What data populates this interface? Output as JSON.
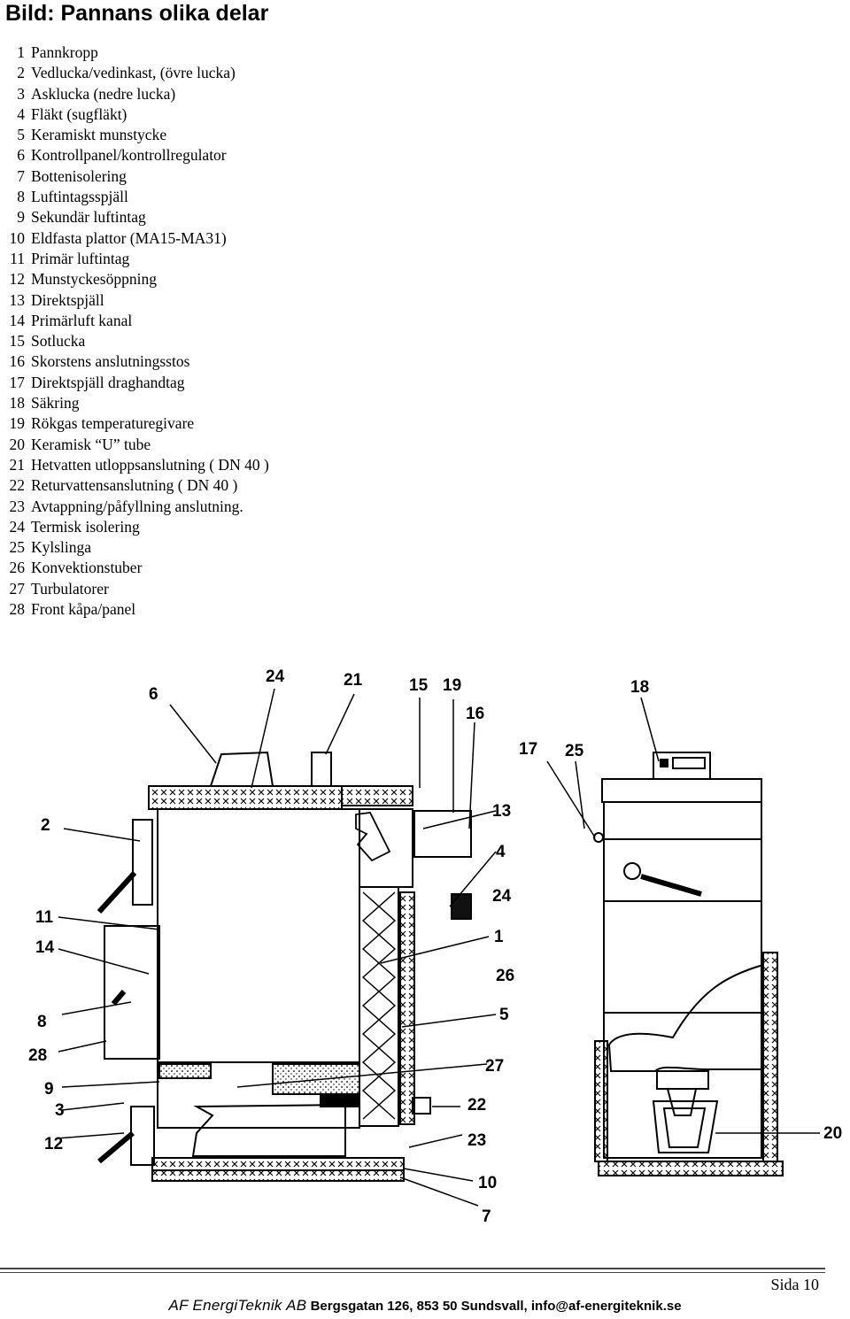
{
  "page": {
    "title": "Bild: Pannans olika delar",
    "page_number": "Sida 10"
  },
  "parts": [
    {
      "num": "1",
      "label": "Pannkropp"
    },
    {
      "num": "2",
      "label": "Vedlucka/vedinkast, (övre lucka)"
    },
    {
      "num": "3",
      "label": "Asklucka (nedre lucka)"
    },
    {
      "num": "4",
      "label": "Fläkt (sugfläkt)"
    },
    {
      "num": "5",
      "label": "Keramiskt munstycke"
    },
    {
      "num": "6",
      "label": "Kontrollpanel/kontrollregulator"
    },
    {
      "num": "7",
      "label": "Bottenisolering"
    },
    {
      "num": "8",
      "label": "Luftintagsspjäll"
    },
    {
      "num": "9",
      "label": "Sekundär luftintag"
    },
    {
      "num": "10",
      "label": "Eldfasta plattor (MA15-MA31)"
    },
    {
      "num": "11",
      "label": "Primär luftintag"
    },
    {
      "num": "12",
      "label": "Munstyckesöppning"
    },
    {
      "num": "13",
      "label": "Direktspjäll"
    },
    {
      "num": "14",
      "label": "Primärluft kanal"
    },
    {
      "num": "15",
      "label": "Sotlucka"
    },
    {
      "num": "16",
      "label": "Skorstens anslutningsstos"
    },
    {
      "num": "17",
      "label": "Direktspjäll draghandtag"
    },
    {
      "num": "18",
      "label": "Säkring"
    },
    {
      "num": "19",
      "label": "Rökgas temperaturegivare"
    },
    {
      "num": "20",
      "label": "Keramisk “U” tube"
    },
    {
      "num": "21",
      "label": "Hetvatten utloppsanslutning ( DN 40 )"
    },
    {
      "num": "22",
      "label": "Returvattensanslutning ( DN 40 )"
    },
    {
      "num": "23",
      "label": " Avtappning/påfyllning anslutning."
    },
    {
      "num": "24",
      "label": "Termisk isolering"
    },
    {
      "num": "25",
      "label": "Kylslinga"
    },
    {
      "num": "26",
      "label": "Konvektionstuber"
    },
    {
      "num": "27",
      "label": "Turbulatorer"
    },
    {
      "num": "28",
      "label": "Front kåpa/panel"
    }
  ],
  "diagram": {
    "callouts": {
      "c24a": "24",
      "c21": "21",
      "c15": "15",
      "c19": "19",
      "c16": "16",
      "c6": "6",
      "c18": "18",
      "c17": "17",
      "c25": "25",
      "c2": "2",
      "c13": "13",
      "c4": "4",
      "c24b": "24",
      "c11": "11",
      "c14": "14",
      "c1": "1",
      "c26": "26",
      "c8": "8",
      "c5": "5",
      "c28": "28",
      "c27": "27",
      "c9": "9",
      "c3": "3",
      "c22": "22",
      "c12": "12",
      "c23": "23",
      "c20": "20",
      "c10": "10",
      "c7": "7"
    }
  },
  "footer": {
    "company": "AF EnergiTeknik AB",
    "address": "Bergsgatan 126, 853 50 Sundsvall,",
    "email": "info@af-energiteknik.se"
  }
}
